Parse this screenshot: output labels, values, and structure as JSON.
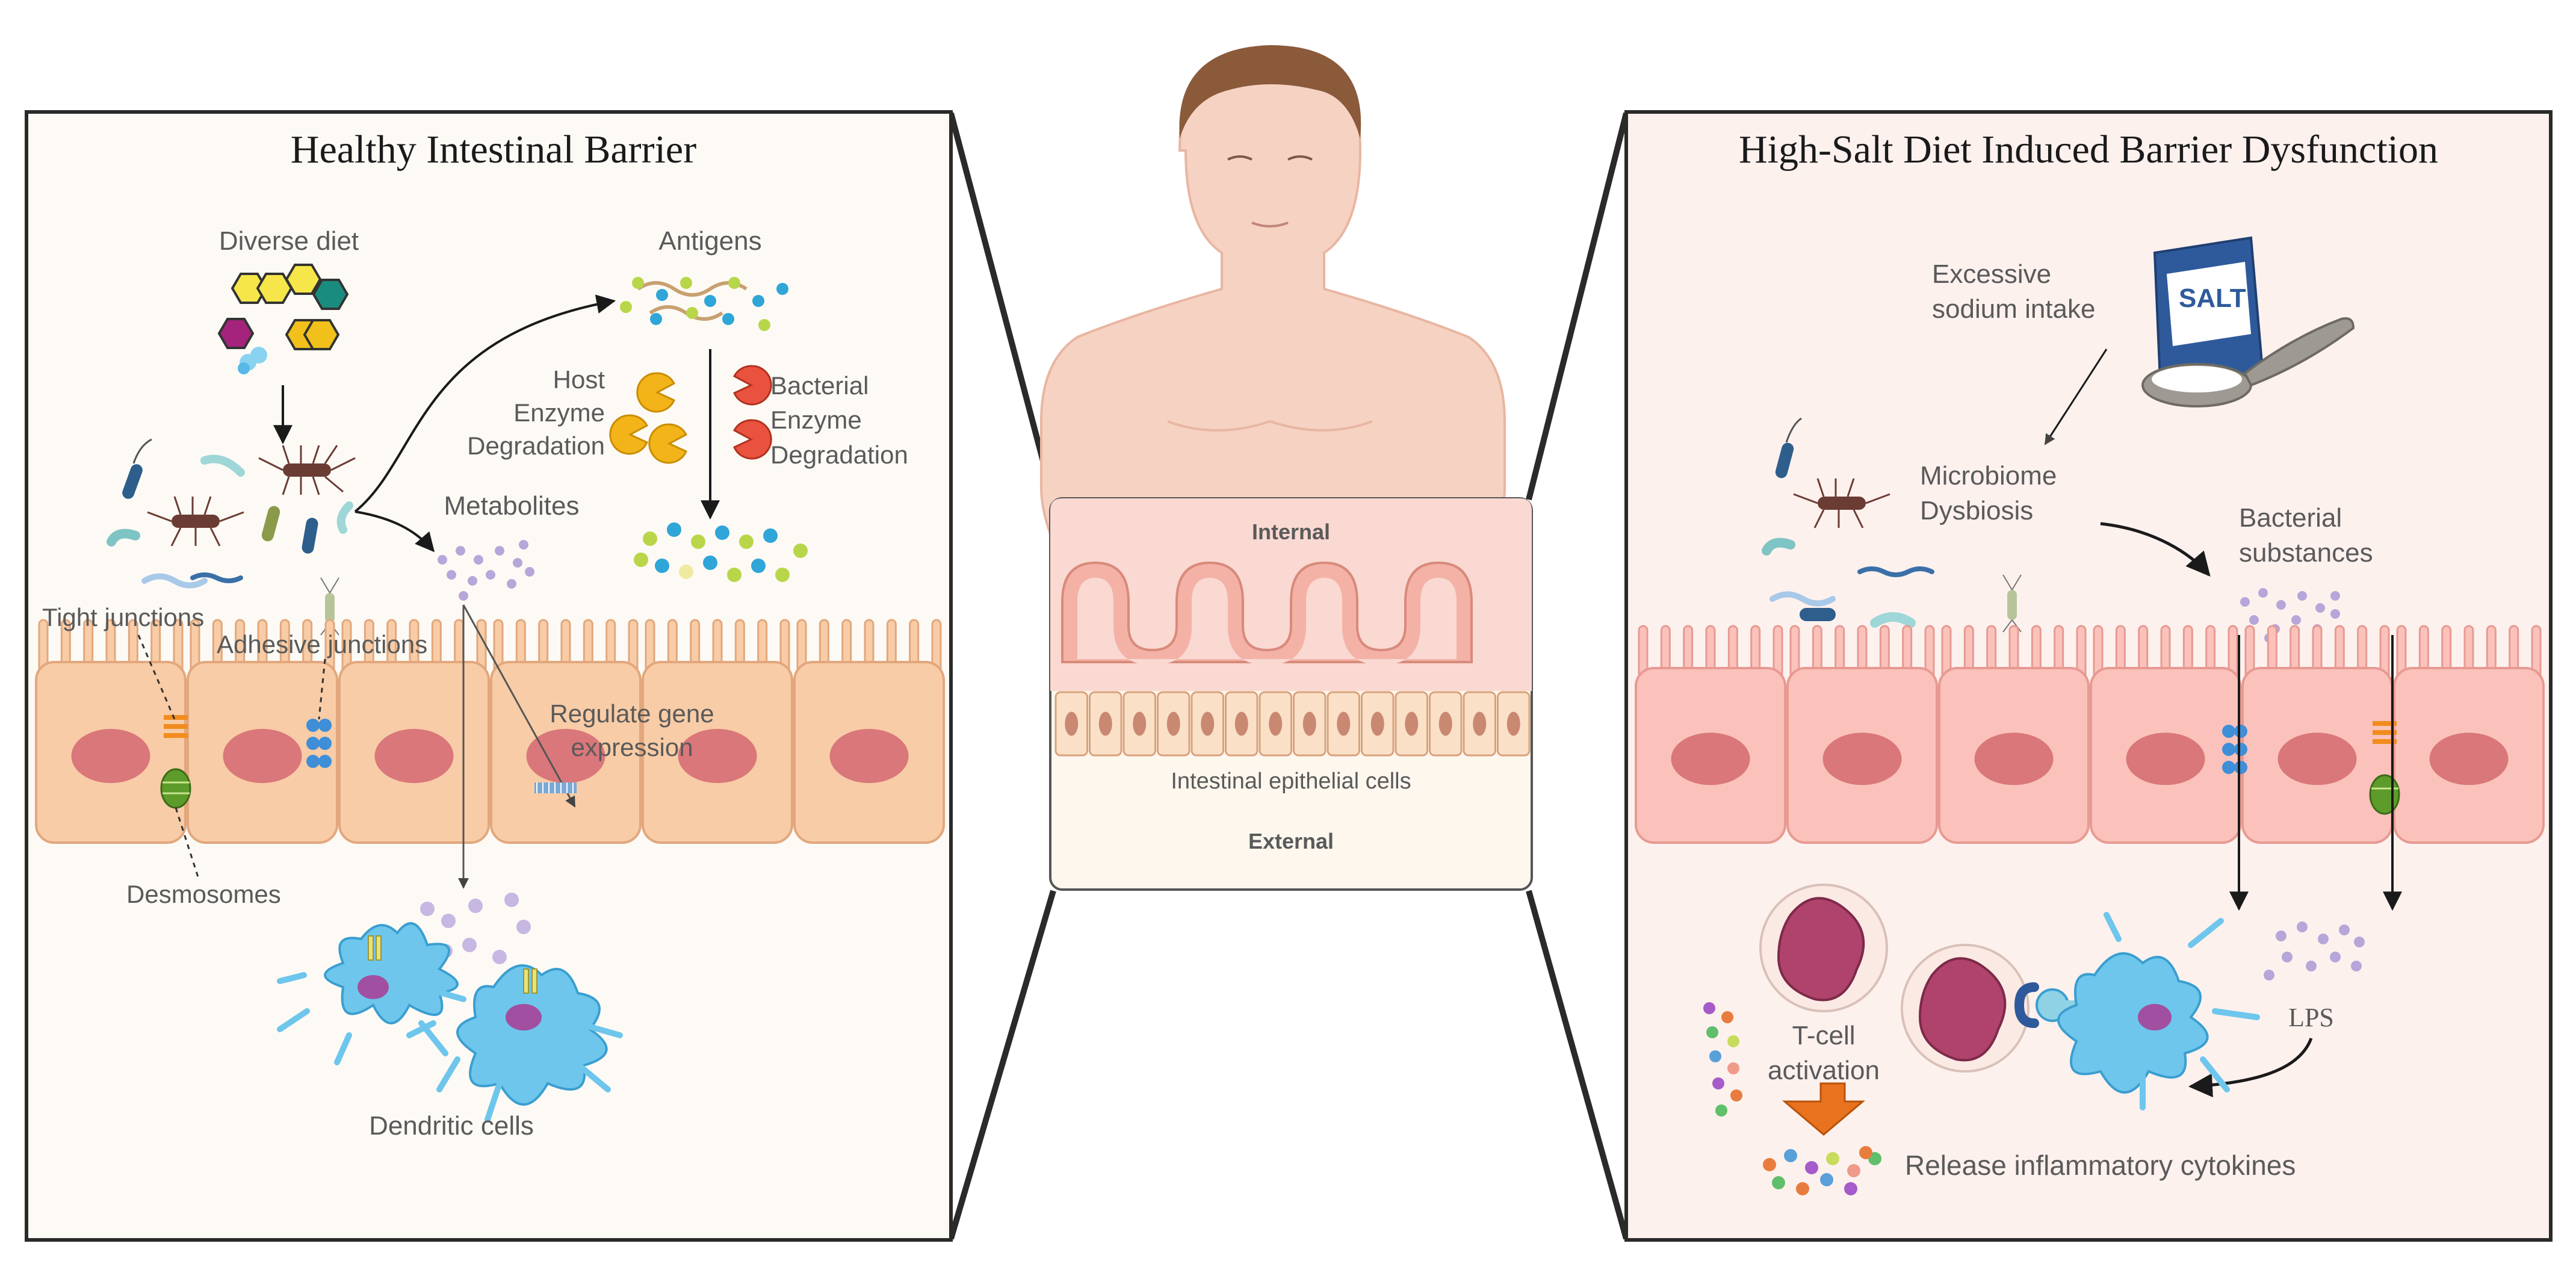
{
  "left_panel": {
    "title": "Healthy Intestinal Barrier",
    "labels": {
      "diverse_diet": "Diverse diet",
      "antigens": "Antigens",
      "host_line1": "Host",
      "host_line2": "Enzyme",
      "host_line3": "Degradation",
      "bacterial_line1": "Bacterial",
      "bacterial_line2": "Enzyme",
      "bacterial_line3": "Degradation",
      "metabolites": "Metabolites",
      "tight_junctions": "Tight junctions",
      "adhesive_junctions": "Adhesive junctions",
      "regulate_line1": "Regulate gene",
      "regulate_line2": "expression",
      "desmosomes": "Desmosomes",
      "dendritic_cells": "Dendritic cells"
    }
  },
  "center_panel": {
    "internal": "Internal",
    "epithelial": "Intestinal epithelial cells",
    "external": "External"
  },
  "right_panel": {
    "title": "High-Salt Diet Induced Barrier Dysfunction",
    "labels": {
      "excessive_line1": "Excessive",
      "excessive_line2": "sodium intake",
      "salt": "SALT",
      "microbiome_line1": "Microbiome",
      "microbiome_line2": "Dysbiosis",
      "bacterial_sub_line1": "Bacterial",
      "bacterial_sub_line2": "substances",
      "lps": "LPS",
      "tcell_line1": "T-cell",
      "tcell_line2": "activation",
      "release": "Release inflammatory cytokines"
    }
  },
  "colors": {
    "left_bg": "#fdfaf5",
    "right_bg": "#fdf1ee",
    "cell_left": "#f8cca6",
    "cell_right": "#fac2bb",
    "nucleus": "#d9777a",
    "dendritic": "#6ec6ec",
    "arrow": "#1a1a1a"
  }
}
